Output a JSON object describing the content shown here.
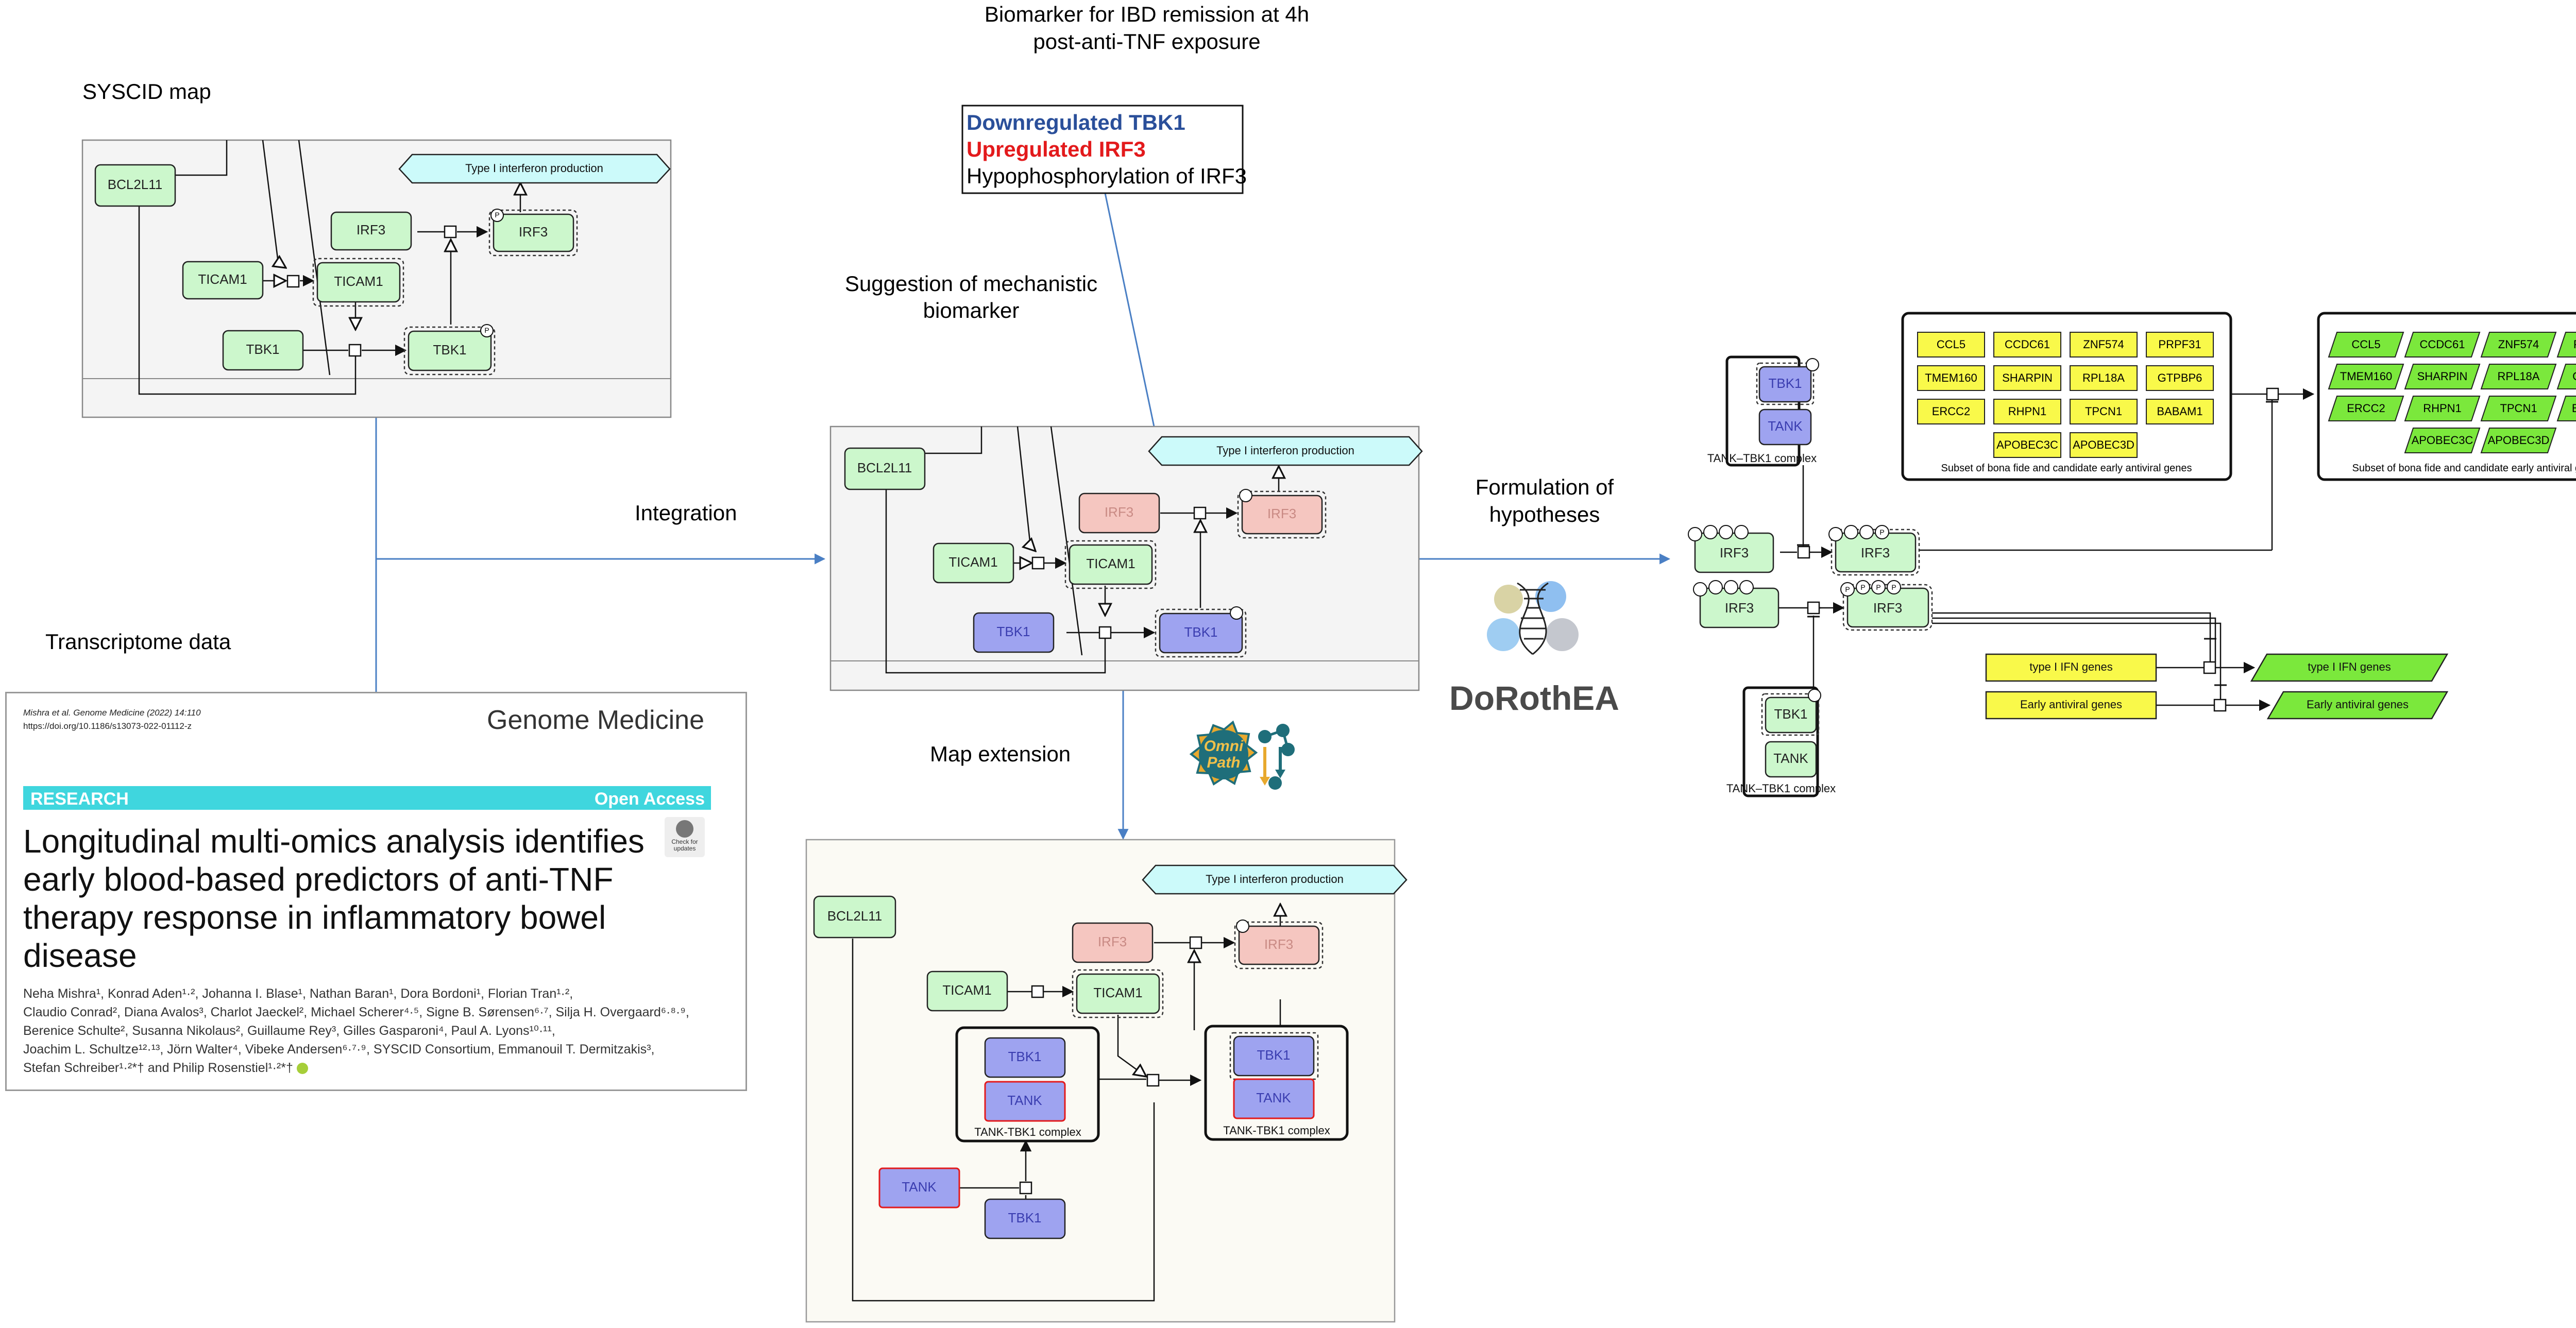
{
  "labels": {
    "syscid_map": "SYSCID map",
    "transcriptome": "Transcriptome data",
    "biomarker_title_1": "Biomarker for IBD remission at 4h",
    "biomarker_title_2": "post-anti-TNF exposure",
    "suggestion_1": "Suggestion of mechanistic",
    "suggestion_2": "biomarker",
    "integration": "Integration",
    "map_extension": "Map extension",
    "formulation_1": "Formulation of",
    "formulation_2": "hypotheses",
    "dorothea": "DoRothEA"
  },
  "biomarker_box": {
    "line1": "Downregulated TBK1",
    "line2": "Upregulated IRF3",
    "line3": "Hypophosphorylation of IRF3",
    "color1": "#2a4f9a",
    "color2": "#e31a1c",
    "color3": "#000000"
  },
  "nodes": {
    "bcl2l11": "BCL2L11",
    "ticam1": "TICAM1",
    "tbk1": "TBK1",
    "irf3": "IRF3",
    "tank": "TANK",
    "type1_ifn": "Type I interferon production",
    "complex": "TANK–TBK1 complex",
    "complex2": "TANK-TBK1 complex",
    "phos": "P"
  },
  "gene_subset": {
    "caption": "Subset of bona fide and candidate early antiviral genes",
    "genes": [
      "CCL5",
      "CCDC61",
      "ZNF574",
      "PRPF31",
      "TMEM160",
      "SHARPIN",
      "RPL18A",
      "GTPBP6",
      "ERCC2",
      "RHPN1",
      "TPCN1",
      "BABAM1",
      "APOBEC3C",
      "APOBEC3D"
    ]
  },
  "outputs": {
    "type1_ifn_genes": "type I IFN genes",
    "early_antiviral_genes": "Early antiviral genes"
  },
  "paper": {
    "citation": "Mishra et al. Genome Medicine      (2022) 14:110",
    "doi": "https://doi.org/10.1186/s13073-022-01112-z",
    "journal": "Genome Medicine",
    "section": "RESEARCH",
    "access": "Open Access",
    "badge_1": "Check for",
    "badge_2": "updates",
    "title_1": "Longitudinal multi-omics analysis identifies",
    "title_2": "early blood-based predictors of anti-TNF",
    "title_3": "therapy response in inflammatory bowel",
    "title_4": "disease",
    "authors_1": "Neha Mishra¹, Konrad Aden¹·², Johanna I. Blase¹, Nathan Baran¹, Dora Bordoni¹, Florian Tran¹·²,",
    "authors_2": "Claudio Conrad², Diana Avalos³, Charlot Jaeckel², Michael Scherer⁴·⁵, Signe B. Sørensen⁶·⁷, Silja H. Overgaard⁶·⁸·⁹,",
    "authors_3": "Berenice Schulte², Susanna Nikolaus², Guillaume Rey³, Gilles Gasparoni⁴, Paul A. Lyons¹⁰·¹¹,",
    "authors_4": "Joachim L. Schultze¹²·¹³, Jörn Walter⁴, Vibeke Andersen⁶·⁷·⁹, SYSCID Consortium, Emmanouil T. Dermitzakis³,",
    "authors_5": "Stefan Schreiber¹·²*† and Philip Rosenstiel¹·²*†",
    "teal": "#3fd6de"
  },
  "omnipath": {
    "line1": "Omni",
    "line2": "Path"
  },
  "colors": {
    "connector_blue": "#4a7fc4",
    "node_green": "#ccf7cc",
    "node_blue": "#9ea3f0",
    "node_pink": "#f5c6c0",
    "gene_yellow": "#f9f94a",
    "gene_green": "#7be83c",
    "ifn_cyan": "#ccfafa"
  }
}
